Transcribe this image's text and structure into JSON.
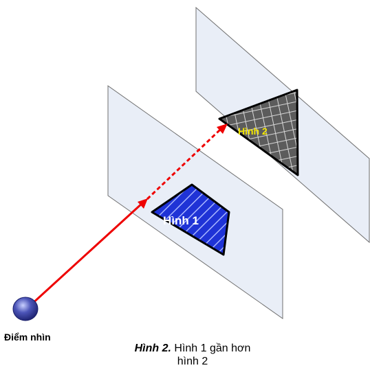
{
  "viewpoint_label": "Điểm nhìn",
  "shape1_label": "Hình 1",
  "shape2_label": "Hình 2",
  "caption": {
    "bold": "Hình 2.",
    "line1": " Hình 1 gần hơn",
    "line2": "hình 2"
  },
  "colors": {
    "plane_fill": "#e9eef7",
    "plane_stroke": "#6f6f6f",
    "shape1_fill": "#1f33d6",
    "shape2_fill": "#5c5c5c",
    "ray": "#ee0000",
    "shape2_label": "#f2e600"
  }
}
